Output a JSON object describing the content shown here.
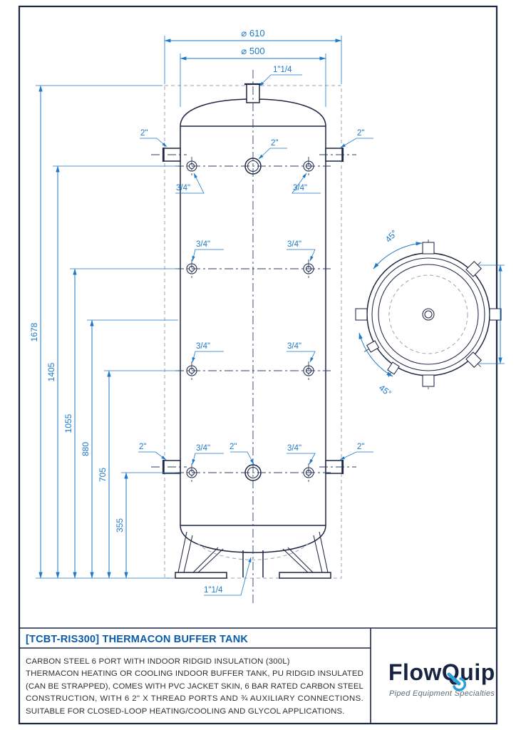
{
  "page": {
    "accent_blue": "#1e79c8",
    "line_dark": "#1d2742",
    "title_blue": "#0a5cab",
    "logo_navy": "#172441",
    "logo_accent": "#2f9fd8"
  },
  "drawing": {
    "dims": {
      "dia_outer": "⌀ 610",
      "dia_inner": "⌀ 500",
      "heights": [
        "1678",
        "1405",
        "1055",
        "880",
        "705",
        "355"
      ],
      "angle_upper": "45°",
      "angle_lower": "45°"
    },
    "labels": {
      "port_top": "1\"1/4",
      "port_bottom": "1\"1/4",
      "port_2in": "2\"",
      "port_34in": "3/4\""
    }
  },
  "title_block": {
    "title": "[TCBT-RIS300] THERMACON BUFFER TANK",
    "description_lines": [
      "CARBON STEEL 6 PORT WITH INDOOR RIDGID INSULATION (300L)",
      "THERMACON HEATING OR COOLING INDOOR BUFFER TANK, PU RIDGID INSULATED",
      "(CAN BE STRAPPED), COMES WITH PVC JACKET SKIN, 6 BAR RATED CARBON STEEL",
      "CONSTRUCTION, WITH 6 2\" X THREAD PORTS AND ¾ AUXILIARY CONNECTIONS.",
      "SUITABLE FOR CLOSED-LOOP HEATING/COOLING AND GLYCOL APPLICATIONS."
    ],
    "logo": {
      "brand_part1": "Flow",
      "brand_part2": "Quip",
      "tagline": "Piped Equipment Specialties"
    }
  }
}
